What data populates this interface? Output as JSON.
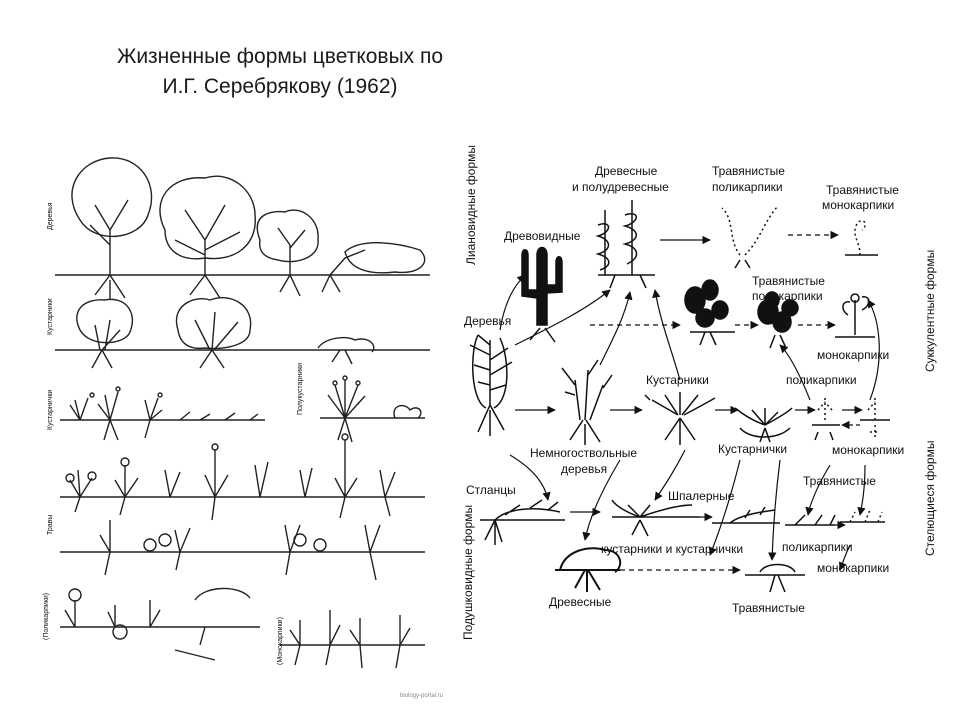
{
  "title": {
    "line1": "Жизненные формы цветковых по",
    "line2": "И.Г. Серебрякову (1962)"
  },
  "left_panel": {
    "row_labels": [
      "Деревья",
      "Кустарники",
      "Кустарнички",
      "Полукустарники",
      "Травы",
      "(Поликарпики)",
      "(Монокарпики)"
    ]
  },
  "right_panel": {
    "side_labels": {
      "liana": "Лиановидные формы",
      "succulent": "Суккулентные формы",
      "cushion": "Подушковидные формы",
      "creeping": "Стелющиеся формы"
    },
    "labels": {
      "woody_liana": "Древесные и полудревесные",
      "herb_poly_liana": "Травянистые поликарпики",
      "herb_mono_liana": "Травянистые монокарпики",
      "tree_like": "Древовидные",
      "herb_poly_succ": "Травянистые поликарпики",
      "trees": "Деревья",
      "mono_succ": "монокарпики",
      "polycarpics_mid": "поликарпики",
      "shrubs": "Кустарники",
      "multistem_trees": "Немногоствольные деревья",
      "dwarf_shrubs": "Кустарнички",
      "monocarpics_mid": "монокарпики",
      "herbaceous_mid": "Травянистые",
      "elfin": "Стланцы",
      "espalier": "Шпалерные",
      "shrubs_dwarf": "кустарники и кустарнички",
      "poly_creep": "поликарпики",
      "mono_creep": "монокарпики",
      "woody_cushion": "Древесные",
      "herb_cushion": "Травянистые"
    }
  },
  "credit": "biology-portal.ru"
}
